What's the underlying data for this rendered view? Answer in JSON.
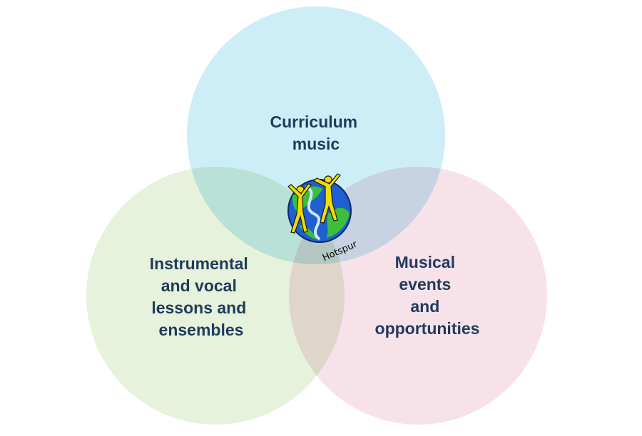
{
  "diagram": {
    "circles": [
      {
        "id": "curriculum",
        "label_lines": [
          "Curriculum",
          "music"
        ],
        "color": "#cdeef7"
      },
      {
        "id": "instrumental",
        "label_lines": [
          "Instrumental",
          "and vocal",
          "lessons and",
          "ensembles"
        ],
        "color": "#e6f2dc"
      },
      {
        "id": "events",
        "label_lines": [
          "Musical",
          "events",
          "and",
          "opportunities"
        ],
        "color": "#f8e2ea"
      }
    ],
    "text_color": "#1f3b5c",
    "logo": {
      "text": "Hotspur",
      "icon": "school-logo-dancers-icon",
      "globe_blue": "#1f5fcf",
      "globe_green": "#3cbf3c",
      "figure_yellow": "#f2dc00"
    }
  }
}
